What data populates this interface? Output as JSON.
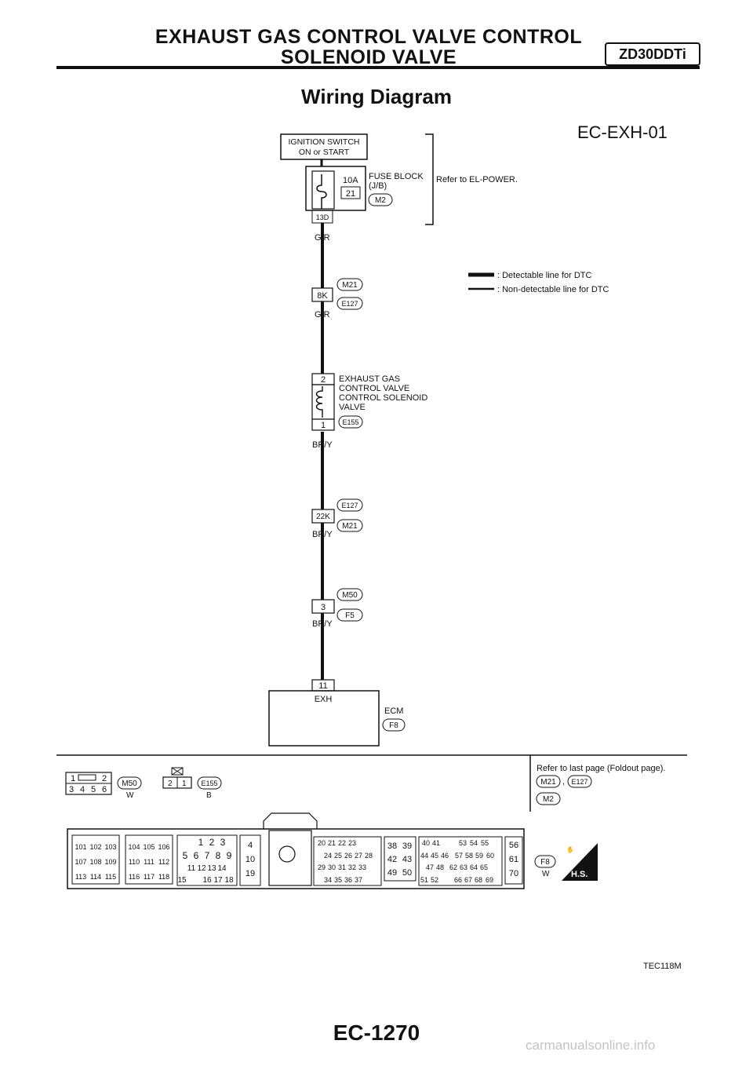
{
  "header": {
    "title_line1": "EXHAUST GAS CONTROL VALVE CONTROL",
    "title_line2": "SOLENOID VALVE",
    "engine_badge": "ZD30DDTi"
  },
  "page_title": "Wiring Diagram",
  "diagram_id": "EC-EXH-01",
  "ignition": {
    "line1": "IGNITION SWITCH",
    "line2": "ON or START"
  },
  "fuse_block": {
    "amperage": "10A",
    "fuse_no": "21",
    "name_line1": "FUSE BLOCK",
    "name_line2": "(J/B)",
    "connector": "M2",
    "terminal": "13D",
    "refer": "Refer to EL-POWER."
  },
  "wires": {
    "w1": "G/R",
    "w2": "G/R",
    "w3": "BR/Y",
    "w4": "BR/Y",
    "w5": "BR/Y"
  },
  "legend": {
    "detectable": ": Detectable line for DTC",
    "non_detectable": ": Non-detectable line for DTC"
  },
  "joint1": {
    "terminal": "8K",
    "conn_top": "M21",
    "conn_bottom": "E127"
  },
  "solenoid": {
    "pin_top": "2",
    "pin_bottom": "1",
    "label": [
      "EXHAUST GAS",
      "CONTROL VALVE",
      "CONTROL SOLENOID",
      "VALVE"
    ],
    "connector": "E155"
  },
  "joint2": {
    "terminal": "22K",
    "conn_top": "E127",
    "conn_bottom": "M21"
  },
  "joint3": {
    "terminal": "3",
    "conn_top": "M50",
    "conn_bottom": "F5"
  },
  "ecm": {
    "terminal": "11",
    "terminal_name": "EXH",
    "label": "ECM",
    "connector": "F8"
  },
  "connectors": {
    "m50": {
      "id": "M50",
      "color": "W",
      "top": [
        "1",
        "2"
      ],
      "bottom": [
        "3",
        "4",
        "5",
        "6"
      ]
    },
    "e155": {
      "id": "E155",
      "color": "B",
      "pins": [
        "2",
        "1"
      ]
    },
    "refer": {
      "text": "Refer to last page (Foldout page).",
      "c1": "M21",
      "comma": ",",
      "c2": "E127",
      "c3": "M2"
    },
    "f8": {
      "id": "F8",
      "color": "W",
      "hs": "H.S."
    }
  },
  "ecm_connector": {
    "g1": [
      "101",
      "102",
      "103",
      "107",
      "108",
      "109",
      "113",
      "114",
      "115"
    ],
    "g2": [
      "104",
      "105",
      "106",
      "110",
      "111",
      "112",
      "116",
      "117",
      "118"
    ],
    "g3": [
      [
        "1",
        "2",
        "3"
      ],
      [
        "5",
        "6",
        "7",
        "8",
        "9"
      ],
      [
        "11",
        "12",
        "13",
        "14"
      ],
      [
        "15",
        "16",
        "17",
        "18"
      ]
    ],
    "g4": [
      "4",
      "10",
      "19"
    ],
    "g5": [
      [
        "20",
        "21",
        "22",
        "23"
      ],
      [
        "24",
        "25",
        "26",
        "27",
        "28"
      ],
      [
        "29",
        "30",
        "31",
        "32",
        "33"
      ],
      [
        "34",
        "35",
        "36",
        "37"
      ]
    ],
    "g6": [
      "38",
      "39",
      "42",
      "43",
      "49",
      "50"
    ],
    "g7": [
      [
        "40",
        "41",
        "53",
        "54",
        "55"
      ],
      [
        "44",
        "45",
        "46",
        "57",
        "58",
        "59",
        "60"
      ],
      [
        "47",
        "48",
        "62",
        "63",
        "64",
        "65"
      ],
      [
        "51",
        "52",
        "66",
        "67",
        "68",
        "69"
      ]
    ],
    "g8": [
      "56",
      "61",
      "70"
    ]
  },
  "figure_id": "TEC118M",
  "page_number": "EC-1270",
  "watermark": "carmanualsonline.info"
}
